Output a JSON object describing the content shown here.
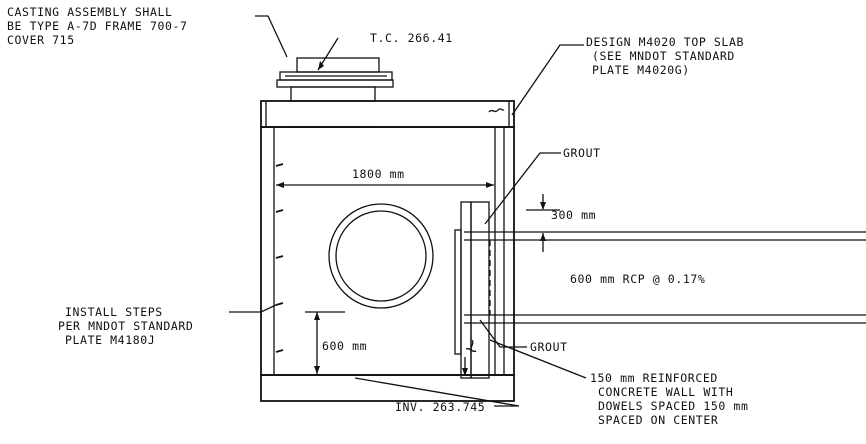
{
  "labels": {
    "casting_line1": "CASTING ASSEMBLY SHALL",
    "casting_line2": "BE TYPE A-7D FRAME 700-7",
    "casting_line3": "COVER 715",
    "top_casting": "T.C. 266.41",
    "design_line1": "DESIGN M4020 TOP SLAB",
    "design_line2": "(SEE MNDOT STANDARD",
    "design_line3": "PLATE M4020G)",
    "grout_top": "GROUT",
    "width_dim": "1800 mm",
    "offset_dim": "300 mm",
    "pipe": "600 mm RCP @ 0.17%",
    "steps_line1": "INSTALL STEPS",
    "steps_line2": "PER MNDOT STANDARD",
    "steps_line3": "PLATE M4180J",
    "height_dim": "600 mm",
    "grout_bottom": "GROUT",
    "wall_line1": "150 mm REINFORCED",
    "wall_line2": "CONCRETE WALL WITH",
    "wall_line3": "DOWELS SPACED 150 mm",
    "wall_line4": "SPACED ON CENTER",
    "invert": "INV. 263.745"
  }
}
